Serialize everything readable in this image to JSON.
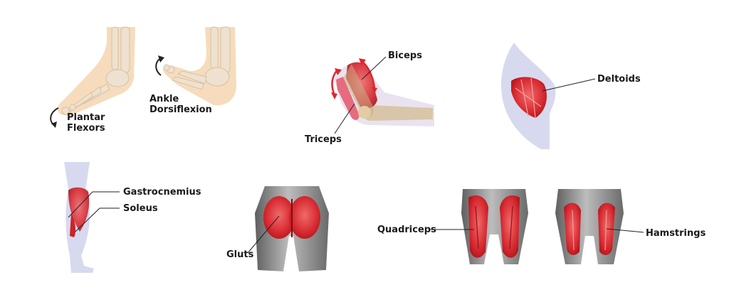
{
  "labels": {
    "plantar_line1": "Plantar",
    "plantar_line2": "Flexors",
    "ankle_line1": "Ankle",
    "ankle_line2": "Dorsiflexion",
    "biceps": "Biceps",
    "triceps": "Triceps",
    "deltoids": "Deltoids",
    "gastrocnemius": "Gastrocnemius",
    "soleus": "Soleus",
    "gluts": "Gluts",
    "quadriceps": "Quadriceps",
    "hamstrings": "Hamstrings"
  },
  "colors": {
    "bone": "#f1dcc0",
    "skin": "#f5d6b0",
    "muscle": "#d9323a",
    "muscle_light": "#f08a8a",
    "silhouette": "#d8dcef",
    "gray_body": "#8c8c8c",
    "arrow_red": "#e0262b",
    "text": "#1a1a1a"
  }
}
